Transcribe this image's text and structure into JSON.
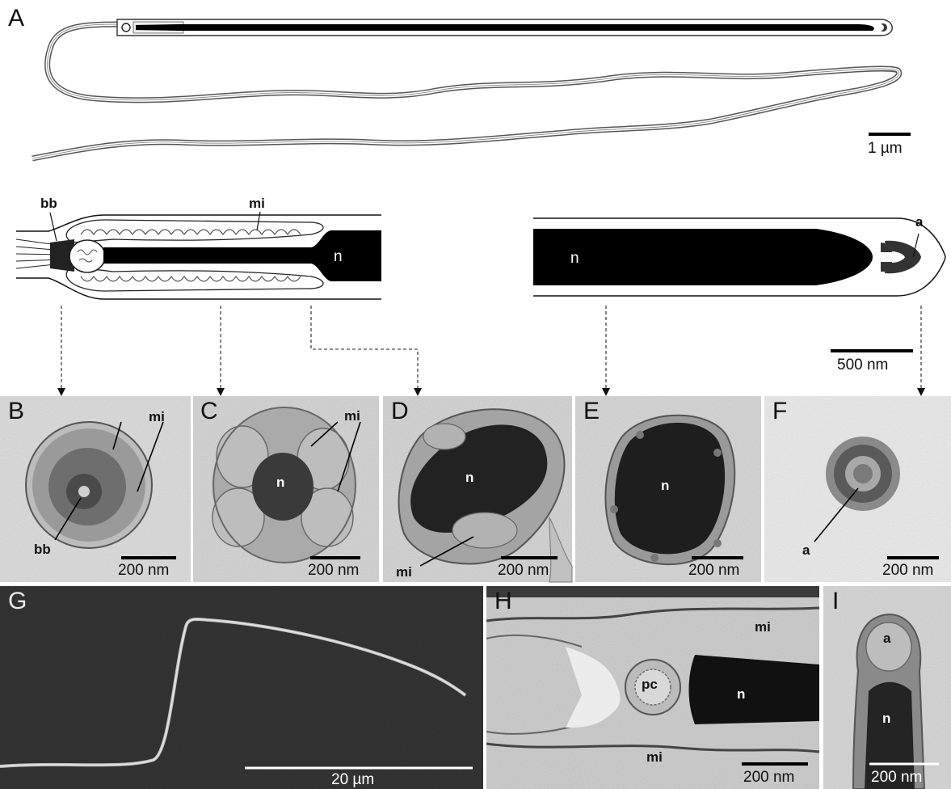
{
  "panels": {
    "A": {
      "letter": "A",
      "scalebar": "1 µm"
    },
    "schematic": {
      "labels": {
        "bb": "bb",
        "mi": "mi",
        "n_left": "n",
        "n_right": "n",
        "a": "a"
      },
      "scalebar": "500 nm"
    },
    "B": {
      "letter": "B",
      "labels": {
        "mi": "mi",
        "bb": "bb"
      },
      "scalebar": "200 nm"
    },
    "C": {
      "letter": "C",
      "labels": {
        "mi": "mi",
        "n": "n"
      },
      "scalebar": "200 nm"
    },
    "D": {
      "letter": "D",
      "labels": {
        "n": "n",
        "mi": "mi"
      },
      "scalebar": "200 nm"
    },
    "E": {
      "letter": "E",
      "labels": {
        "n": "n"
      },
      "scalebar": "200 nm"
    },
    "F": {
      "letter": "F",
      "labels": {
        "a": "a"
      },
      "scalebar": "200 nm"
    },
    "G": {
      "letter": "G",
      "scalebar": "20 µm"
    },
    "H": {
      "letter": "H",
      "labels": {
        "mi_top": "mi",
        "pc": "pc",
        "n": "n",
        "mi_bottom": "mi"
      },
      "scalebar": "200 nm"
    },
    "I": {
      "letter": "I",
      "labels": {
        "a": "a",
        "n": "n"
      },
      "scalebar": "200 nm"
    }
  },
  "colors": {
    "em_light": "#dcdcdc",
    "em_dark": "#2a2a2a",
    "sem_background": "#333333",
    "ink": "#111111"
  }
}
